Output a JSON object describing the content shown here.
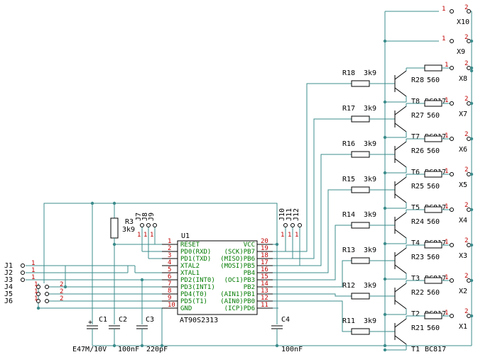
{
  "ic": {
    "ref": "U1",
    "part": "AT90S2313",
    "left_pins": [
      {
        "num": "1",
        "name": "RESET"
      },
      {
        "num": "2",
        "name": "PD0(RXD)"
      },
      {
        "num": "3",
        "name": "PD1(TXD)"
      },
      {
        "num": "4",
        "name": "XTAL2"
      },
      {
        "num": "5",
        "name": "XTAL1"
      },
      {
        "num": "6",
        "name": "PD2(INT0)"
      },
      {
        "num": "7",
        "name": "PD3(INT1)"
      },
      {
        "num": "8",
        "name": "PD4(T0)"
      },
      {
        "num": "9",
        "name": "PD5(T1)"
      },
      {
        "num": "10",
        "name": "GND"
      }
    ],
    "right_pins": [
      {
        "num": "20",
        "name": "VCC"
      },
      {
        "num": "19",
        "name": "(SCK)PB7"
      },
      {
        "num": "18",
        "name": "(MISO)PB6"
      },
      {
        "num": "17",
        "name": "(MOSI)PB5"
      },
      {
        "num": "16",
        "name": "PB4"
      },
      {
        "num": "15",
        "name": "(OC1)PB3"
      },
      {
        "num": "14",
        "name": "PB2"
      },
      {
        "num": "13",
        "name": "(AIN1)PB1"
      },
      {
        "num": "12",
        "name": "(AIN0)PB0"
      },
      {
        "num": "11",
        "name": "(ICP)PD6"
      }
    ]
  },
  "jumpers_left": {
    "labels": [
      "J1",
      "J2",
      "J3",
      "J4",
      "J5",
      "J6"
    ],
    "pin1": "1",
    "pin2": "2"
  },
  "jumpers_top_left": {
    "labels": [
      "J7",
      "J8",
      "J9"
    ],
    "pin": "1"
  },
  "jumpers_top_right": {
    "labels": [
      "J10",
      "J11",
      "J12"
    ],
    "pin": "1"
  },
  "resistor_r3": {
    "ref": "R3",
    "value": "3k9"
  },
  "capacitors": [
    {
      "ref": "C1",
      "value": "E47M/10V"
    },
    {
      "ref": "C2",
      "value": "100nF"
    },
    {
      "ref": "C3",
      "value": "220pF"
    },
    {
      "ref": "C4",
      "value": "100nF"
    }
  ],
  "cap_plus": "+",
  "drivers": [
    {
      "r_base": "R18",
      "r_base_val": "3k9",
      "r_col": "R28",
      "r_col_val": "560",
      "t": "T8",
      "t_part": "BC817",
      "x": "X8"
    },
    {
      "r_base": "R17",
      "r_base_val": "3k9",
      "r_col": "R27",
      "r_col_val": "560",
      "t": "T7",
      "t_part": "BC817",
      "x": "X7"
    },
    {
      "r_base": "R16",
      "r_base_val": "3k9",
      "r_col": "R26",
      "r_col_val": "560",
      "t": "T6",
      "t_part": "BC817",
      "x": "X6"
    },
    {
      "r_base": "R15",
      "r_base_val": "3k9",
      "r_col": "R25",
      "r_col_val": "560",
      "t": "T5",
      "t_part": "BC817",
      "x": "X5"
    },
    {
      "r_base": "R14",
      "r_base_val": "3k9",
      "r_col": "R24",
      "r_col_val": "560",
      "t": "T4",
      "t_part": "BC817",
      "x": "X4"
    },
    {
      "r_base": "R13",
      "r_base_val": "3k9",
      "r_col": "R23",
      "r_col_val": "560",
      "t": "T3",
      "t_part": "BC817",
      "x": "X3"
    },
    {
      "r_base": "R12",
      "r_base_val": "3k9",
      "r_col": "R22",
      "r_col_val": "560",
      "t": "T2",
      "t_part": "BC817",
      "x": "X2"
    },
    {
      "r_base": "R11",
      "r_base_val": "3k9",
      "r_col": "R21",
      "r_col_val": "560",
      "t": "T1",
      "t_part": "BC817",
      "x": "X1"
    }
  ],
  "connectors_top": [
    {
      "ref": "X10",
      "pin1": "1",
      "pin2": "2"
    },
    {
      "ref": "X9",
      "pin1": "1",
      "pin2": "2"
    }
  ],
  "connector_pins": {
    "pin1": "1",
    "pin2": "2"
  }
}
